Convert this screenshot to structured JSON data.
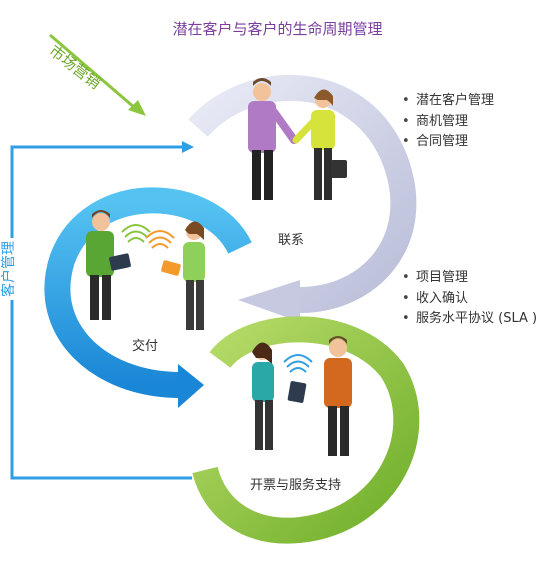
{
  "title": "潜在客户与客户的生命周期管理",
  "side_labels": {
    "marketing": "市场营销",
    "customer_management": "客户管理"
  },
  "stages": {
    "contact": "联系",
    "delivery": "交付",
    "billing_service": "开票与服务支持"
  },
  "bullets_top": [
    "潜在客户管理",
    "商机管理",
    "合同管理"
  ],
  "bullets_mid": [
    "项目管理",
    "收入确认",
    "服务水平协议 (SLA )"
  ],
  "colors": {
    "title": "#7a3f9d",
    "arrow_gray": "#cdd0e6",
    "arrow_blue": "#2f9ee3",
    "arrow_green": "#8cc63f",
    "marketing_arrow": "#8cc63f",
    "management_line": "#2f9ee3"
  }
}
